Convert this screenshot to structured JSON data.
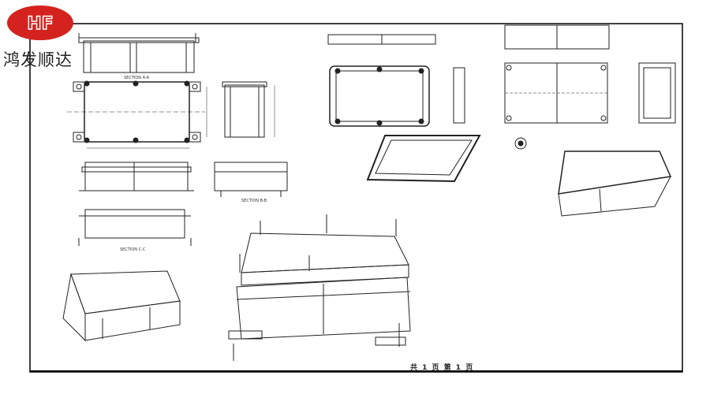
{
  "logo": {
    "text": "HF",
    "color": "#d4231e"
  },
  "brand_name": "鸿发顺达",
  "sections": {
    "a": "SECTION A-A",
    "b": "SECTION B-B",
    "c": "SECTION C-C"
  },
  "footer": {
    "pages": "共 1 页  第 1 页"
  }
}
